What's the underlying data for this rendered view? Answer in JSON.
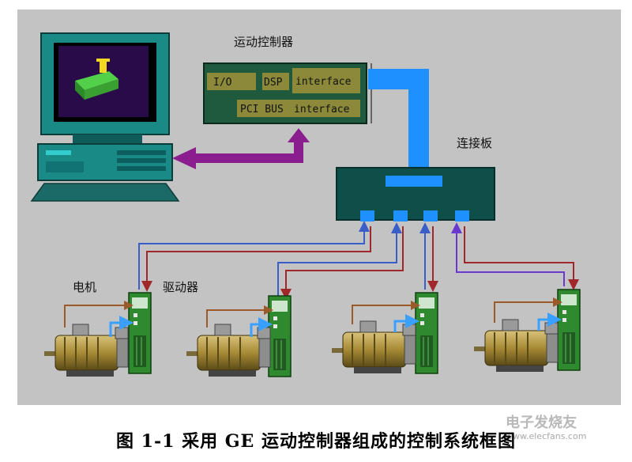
{
  "labels": {
    "motion_controller": "运动控制器",
    "connection_board": "连接板",
    "motor": "电机",
    "driver": "驱动器"
  },
  "card": {
    "io": "I/O",
    "dsp": "DSP",
    "interface": "interface",
    "pci_bus": "PCI BUS",
    "pci_interface": "interface"
  },
  "caption": "图 1-1 采用 GE 运动控制器组成的控制系统框图",
  "watermark": {
    "text": "电子发烧友",
    "url": "www.elecfans.com"
  },
  "colors": {
    "panel_bg": "#c3c3c3",
    "card_green": "#1f5a3f",
    "board_dark": "#0f4f4a",
    "bus_blue": "#1e90ff",
    "pci_purple": "#8a1e8f",
    "signal_red": "#a0282a",
    "signal_blue": "#3a5ec8",
    "driver_green": "#2f8a2f",
    "motor_gold": "#a78a35"
  }
}
